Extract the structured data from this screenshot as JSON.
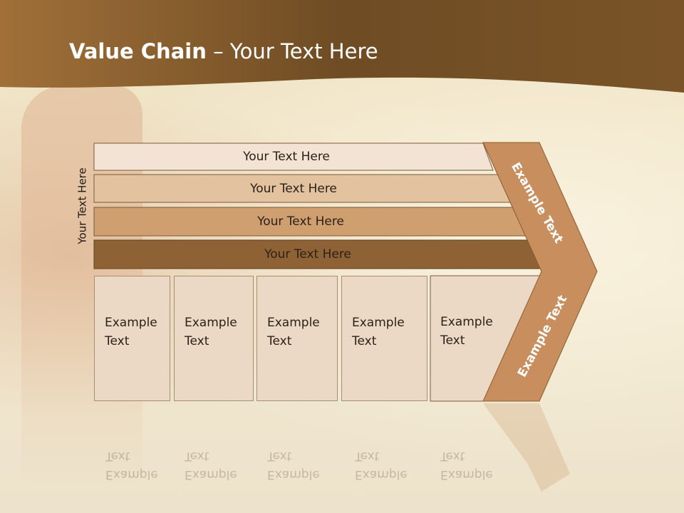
{
  "title": {
    "bold": "Value Chain",
    "rest": " – Your Text Here"
  },
  "side_label": "Your Text Here",
  "bars": [
    {
      "label": "Your Text Here",
      "color": "#f2e3d4"
    },
    {
      "label": "Your Text Here",
      "color": "#e2c29f"
    },
    {
      "label": "Your Text Here",
      "color": "#cf9f6f"
    },
    {
      "label": "Your Text Here",
      "color": "#8f6235"
    }
  ],
  "boxes": [
    {
      "line1": "Example",
      "line2": "Text"
    },
    {
      "line1": "Example",
      "line2": "Text"
    },
    {
      "line1": "Example",
      "line2": "Text"
    },
    {
      "line1": "Example",
      "line2": "Text"
    },
    {
      "line1": "Example",
      "line2": "Text"
    }
  ],
  "chevron": {
    "top_label": "Example Text",
    "bottom_label": "Example Text",
    "color": "#c98e5e"
  },
  "colors": {
    "header_dark": "#6b4a25",
    "header_light": "#9a6d3a"
  }
}
